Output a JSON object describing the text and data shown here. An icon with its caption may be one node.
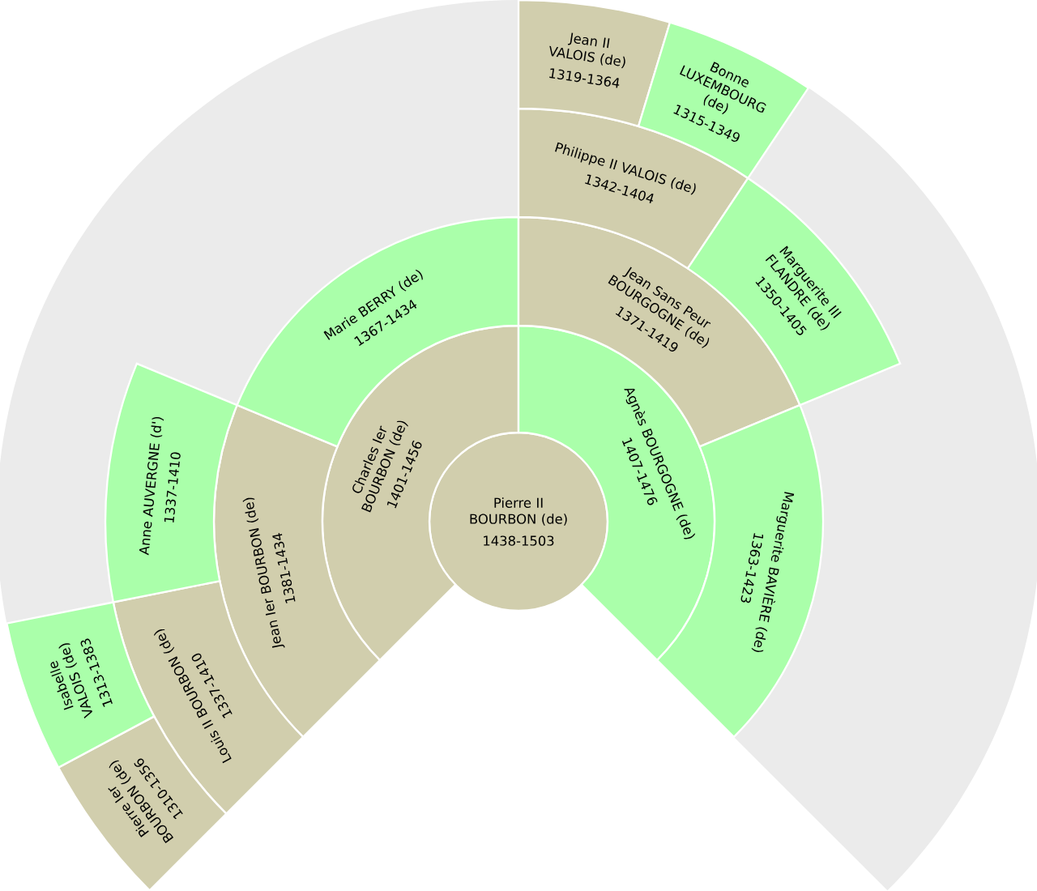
{
  "diagram": {
    "nodes": [
      {
        "text": [
          "Pierre II BOURBON (de)",
          "1438-1503"
        ]
      },
      {
        "text": [
          "Charles Ier BOURBON (de)",
          "1401-1456"
        ]
      },
      {
        "text": [
          "Agnès BOURGOGNE (de)",
          "1407-1476"
        ]
      },
      {
        "text": [
          "Jean Ier BOURBON (de)",
          "1381-1434"
        ]
      },
      {
        "text": [
          "Marie BERRY (de)",
          "1367-1434"
        ]
      },
      {
        "text": [
          "Jean Sans Peur BOURGOGNE (de)",
          "1371-1419"
        ]
      },
      {
        "text": [
          "Marguerite BAVIÈRE (de)",
          "1363-1423"
        ]
      },
      {
        "text": [
          "Louis II BOURBON (de)",
          "1337-1410"
        ]
      },
      {
        "text": [
          "Anne AUVERGNE (d')",
          "1337-1410"
        ]
      },
      {
        "text": [
          "Philippe II VALOIS (de)",
          "1342-1404"
        ]
      },
      {
        "text": [
          "Marguerite III FLANDRE (de)",
          "1350-1405"
        ]
      },
      {
        "text": [
          "Pierre Ier BOURBON (de)",
          "1310-1356"
        ]
      },
      {
        "text": [
          "Isabelle VALOIS (de)",
          "1313-1383"
        ]
      },
      {
        "text": [
          "Jean II VALOIS (de)",
          "1319-1364"
        ]
      },
      {
        "text": [
          "Bonne LUXEMBOURG (de)",
          "1315-1349"
        ]
      }
    ]
  }
}
